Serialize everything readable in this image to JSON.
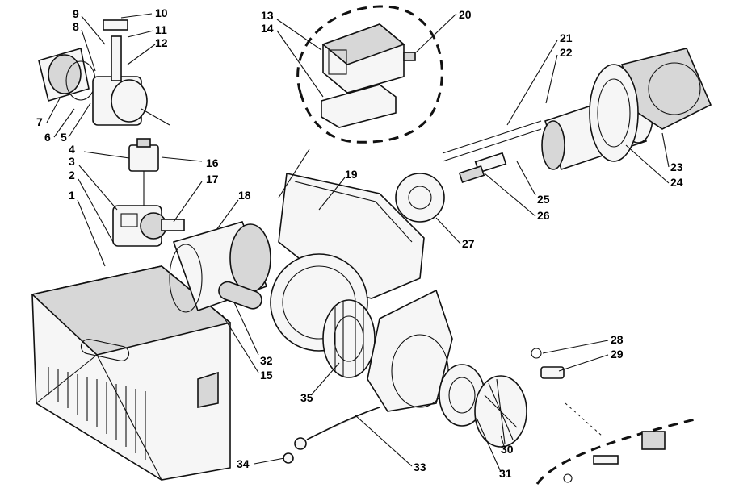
{
  "callouts": [
    {
      "id": "1",
      "text": "1"
    },
    {
      "id": "2",
      "text": "2"
    },
    {
      "id": "3",
      "text": "3"
    },
    {
      "id": "4",
      "text": "4"
    },
    {
      "id": "5",
      "text": "5"
    },
    {
      "id": "6",
      "text": "6"
    },
    {
      "id": "7",
      "text": "7"
    },
    {
      "id": "8",
      "text": "8"
    },
    {
      "id": "9",
      "text": "9"
    },
    {
      "id": "10",
      "text": "10"
    },
    {
      "id": "11",
      "text": "11"
    },
    {
      "id": "12",
      "text": "12"
    },
    {
      "id": "13",
      "text": "13"
    },
    {
      "id": "14",
      "text": "14"
    },
    {
      "id": "15",
      "text": "15"
    },
    {
      "id": "16",
      "text": "16"
    },
    {
      "id": "17",
      "text": "17"
    },
    {
      "id": "18",
      "text": "18"
    },
    {
      "id": "19",
      "text": "19"
    },
    {
      "id": "20",
      "text": "20"
    },
    {
      "id": "21",
      "text": "21"
    },
    {
      "id": "22",
      "text": "22"
    },
    {
      "id": "23",
      "text": "23"
    },
    {
      "id": "24",
      "text": "24"
    },
    {
      "id": "25",
      "text": "25"
    },
    {
      "id": "26",
      "text": "26"
    },
    {
      "id": "27",
      "text": "27"
    },
    {
      "id": "28",
      "text": "28"
    },
    {
      "id": "29",
      "text": "29"
    },
    {
      "id": "30",
      "text": "30"
    },
    {
      "id": "31",
      "text": "31"
    },
    {
      "id": "32",
      "text": "32"
    },
    {
      "id": "33",
      "text": "33"
    },
    {
      "id": "34",
      "text": "34"
    },
    {
      "id": "35",
      "text": "35"
    }
  ]
}
